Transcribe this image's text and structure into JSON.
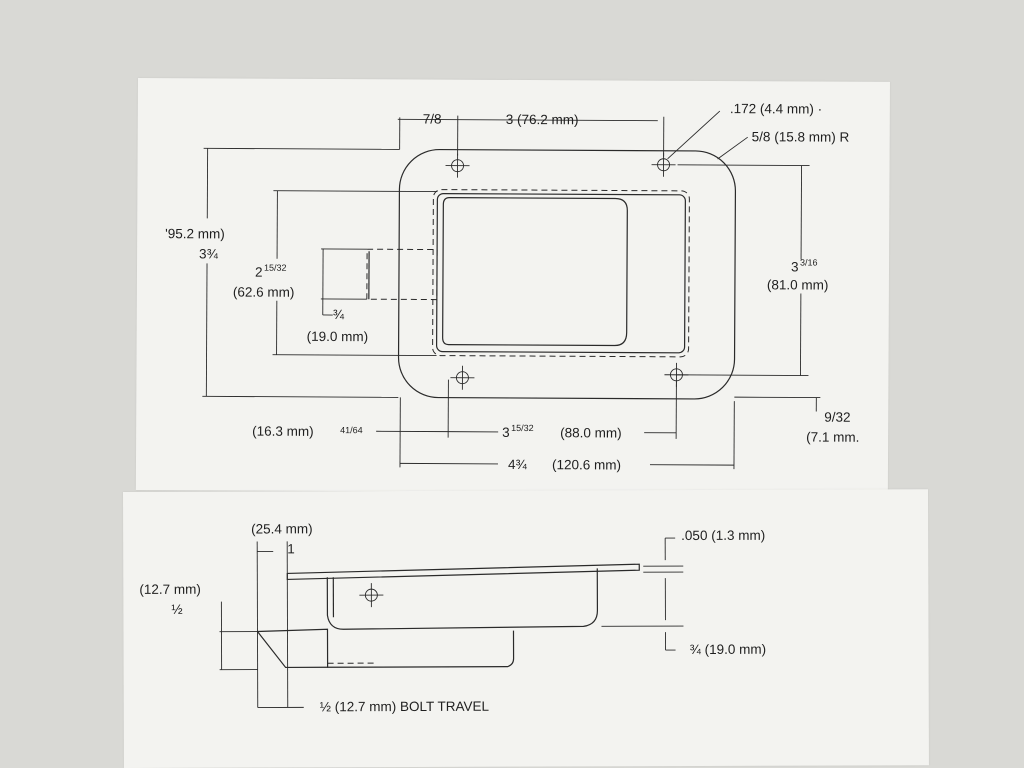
{
  "top_view": {
    "width_hole_left": "7/8",
    "hole_spacing": "3  (76.2 mm)",
    "hole_dia": ".172 (4.4 mm) ·",
    "corner_radius": "5/8 (15.8 mm) R",
    "overall_height_mm": "'95.2 mm)",
    "overall_height_in": "3¾",
    "bolt_height_in": "2",
    "bolt_height_in_frac": "15/32",
    "bolt_height_mm": "(62.6 mm)",
    "bolt_offset_in": "¾",
    "bolt_offset_mm": "(19.0 mm)",
    "hole_vert_in": "3",
    "hole_vert_in_frac": "3/16",
    "hole_vert_mm": "(81.0 mm)",
    "bottom_offset_in": "9/32",
    "bottom_offset_mm": "(7.1 mm.",
    "left_offset_mm": "(16.3 mm)",
    "left_offset_in": "41/64",
    "hole_horiz_in": "3",
    "hole_horiz_in_frac": "15/32",
    "hole_horiz_mm": "(88.0 mm)",
    "overall_width_in": "4¾",
    "overall_width_mm": "(120.6 mm)"
  },
  "side_view": {
    "flange_mm": "(25.4 mm)",
    "flange_in": "1",
    "plate_thickness": ".050 (1.3 mm)",
    "bolt_height_mm": "(12.7 mm)",
    "bolt_height_in": "½",
    "depth": "¾ (19.0 mm)",
    "bolt_travel": "½ (12.7 mm) BOLT TRAVEL"
  }
}
